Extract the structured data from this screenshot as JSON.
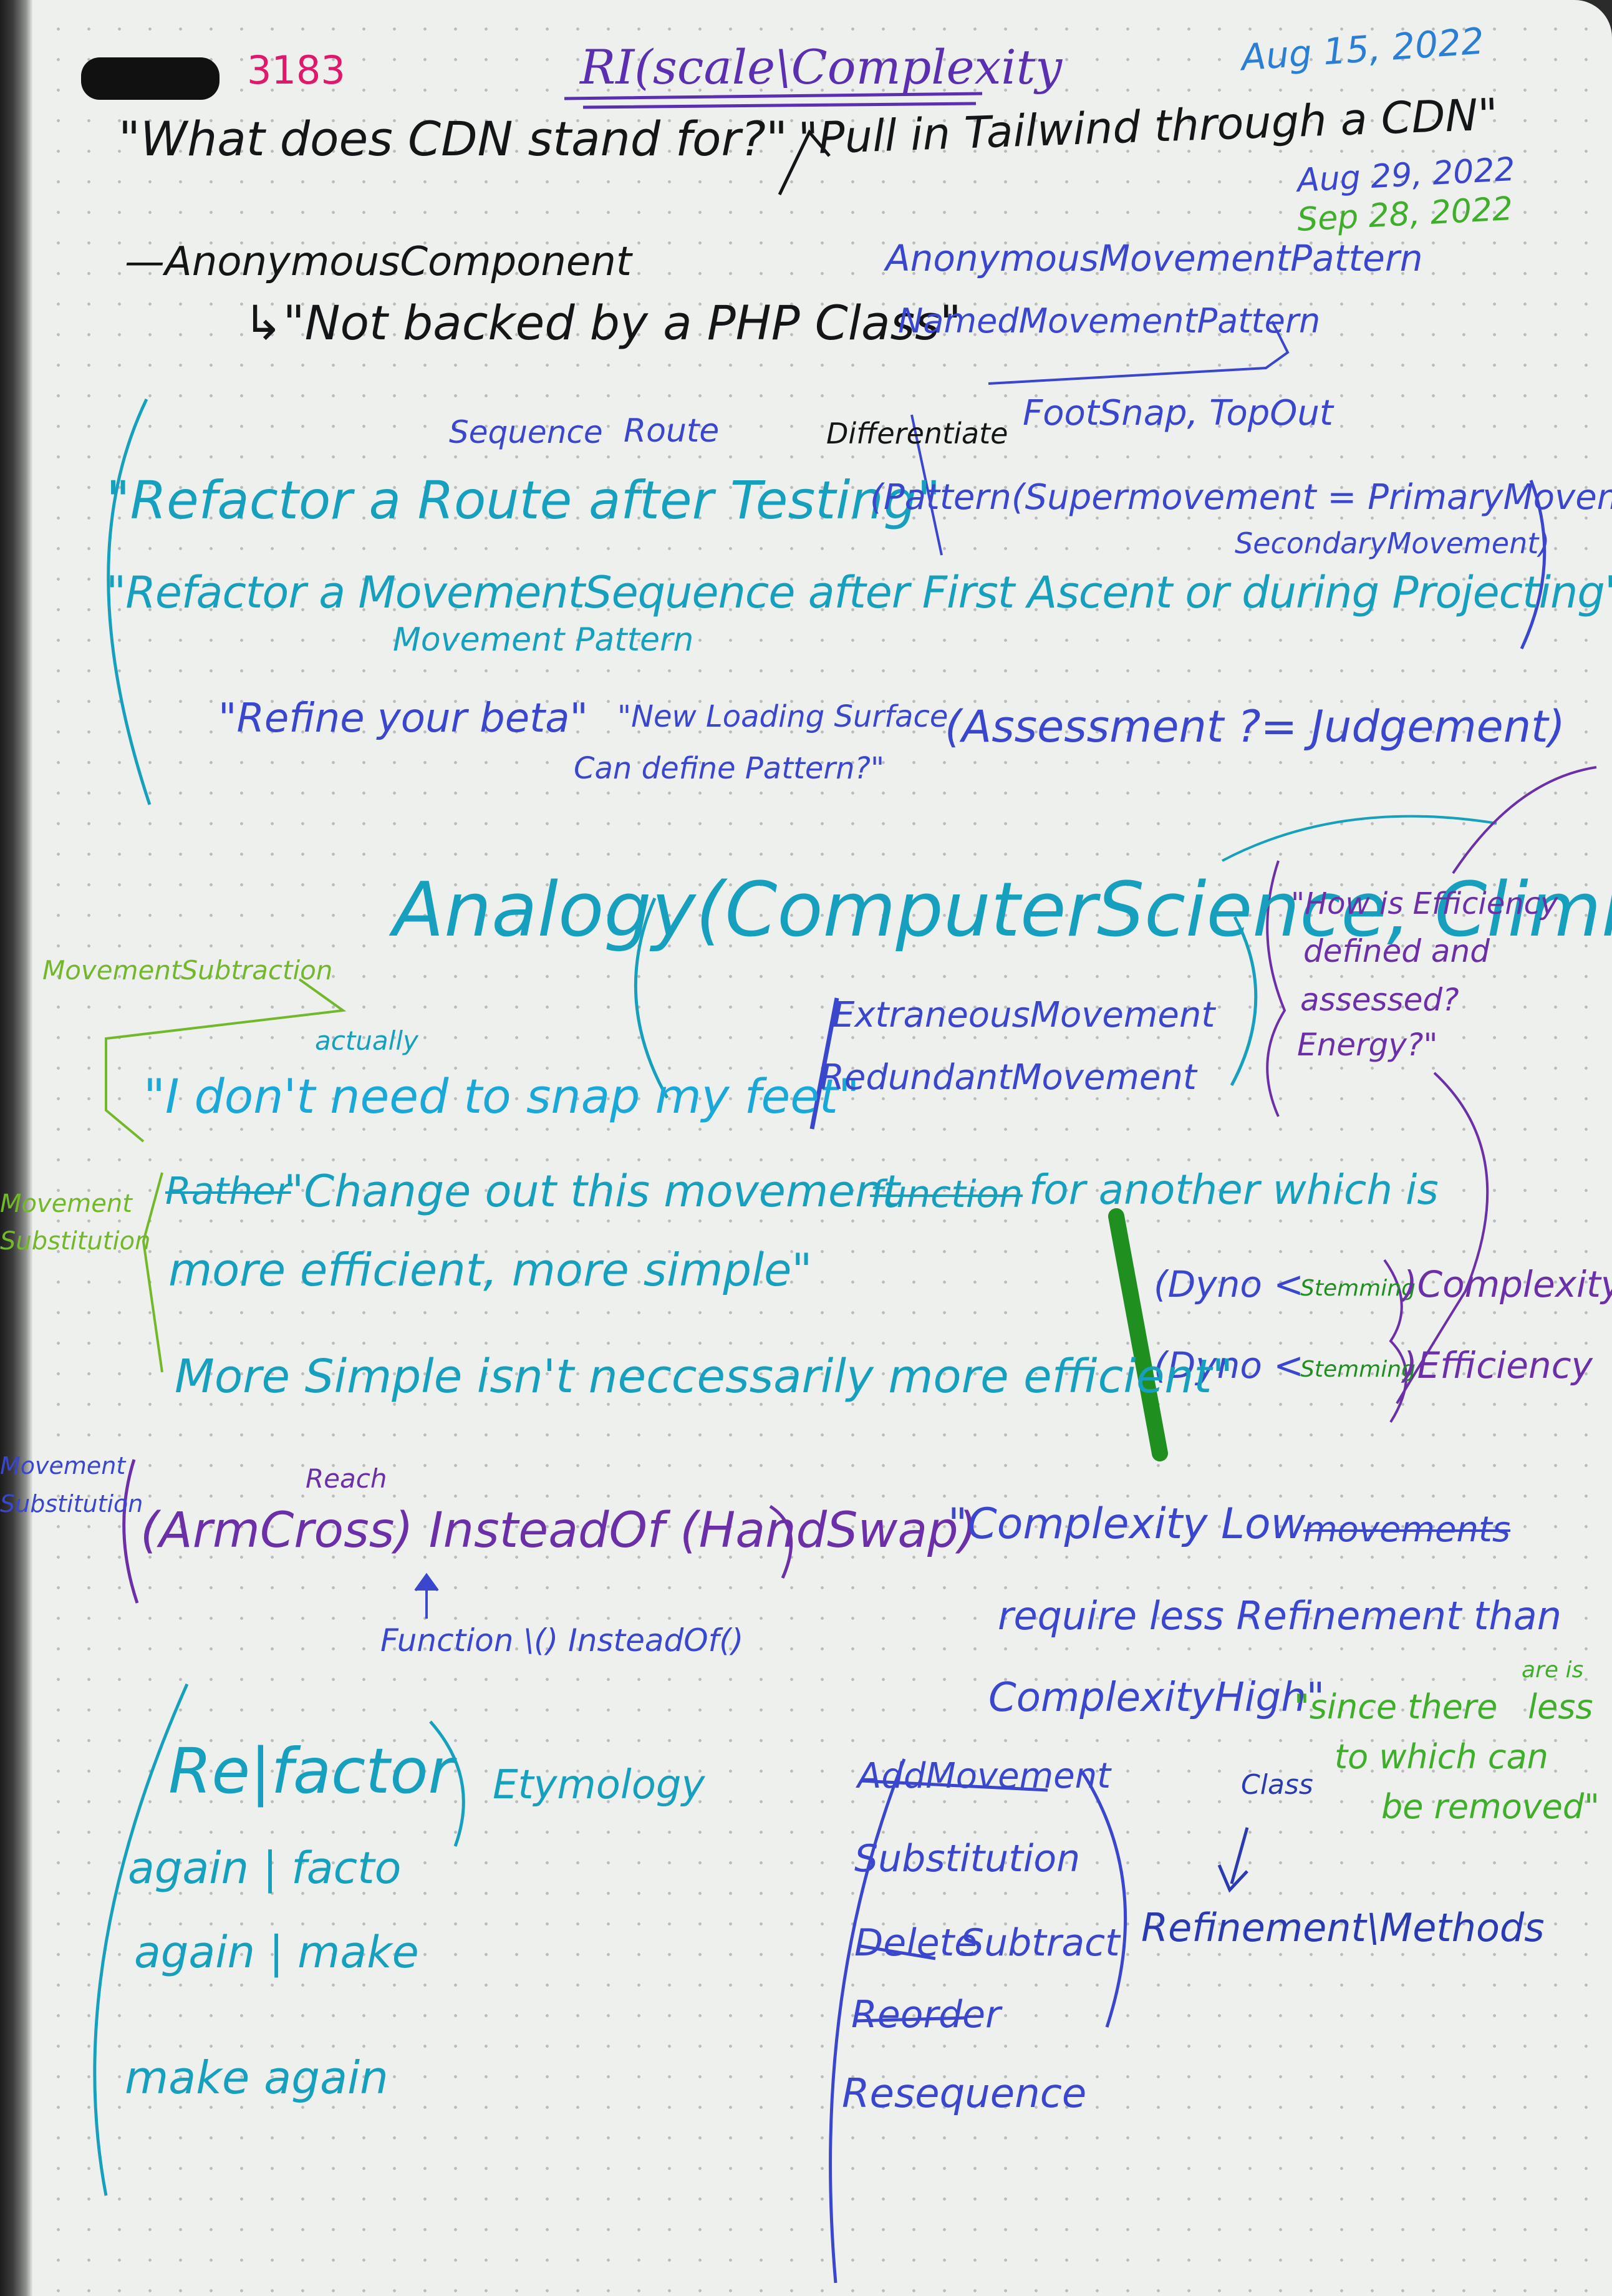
{
  "colors": {
    "black": "#151518",
    "magenta": "#e0186c",
    "blue": "#3a46cc",
    "violet": "#5a2fb0",
    "purple": "#6b2fa8",
    "teal": "#17a0bd",
    "cyan": "#1aa8d8",
    "lightblue": "#2a7fd4",
    "green": "#3fae2a",
    "lime": "#72b82a",
    "darkgreen": "#1f8f1f"
  },
  "header": {
    "redacted_mark": "",
    "note_number": "3183",
    "title": "RI(scale\\Complexity",
    "date_1": "Aug 15, 2022",
    "date_2": "Aug 29, 2022",
    "date_3": "Sep 28, 2022"
  },
  "notes": {
    "cdn_question": "\"What does CDN stand for?\"",
    "cdn_context": "\"Pull in Tailwind through a CDN\"",
    "anon_component": "—AnonymousComponent",
    "anon_component_def": "↳\"Not backed by a PHP Class\"",
    "anon_pattern": "AnonymousMovementPattern",
    "named_pattern": "NamedMovementPattern",
    "named_examples": "FootSnap, TopOut",
    "sequence_label": "Sequence",
    "route_label": "Route",
    "refactor_route": "\"Refactor a Route after Testing\"",
    "differentiate_label": "Differentiate",
    "pattern_formula": "(Pattern(Supermovement = PrimaryMovement)",
    "secondary_movement": "SecondaryMovement)",
    "refactor_sequence": "\"Refactor a MovementSequence after First Ascent or during Projecting\"",
    "movement_pattern_label": "Movement Pattern",
    "refine_beta": "\"Refine your beta\"",
    "new_loading": "\"New Loading Surface",
    "can_define": "Can define Pattern?\"",
    "assessment": "(Assessment ?= Judgement)",
    "analogy": "Analogy(ComputerScience, Climbing)",
    "efficiency_q1": "\"How is Efficiency",
    "efficiency_q2": "defined and",
    "efficiency_q3": "assessed?",
    "efficiency_q4": "Energy?\"",
    "movement_subtraction": "MovementSubtraction",
    "actually": "actually",
    "snap_feet": "\"I don't need to snap my feet\"",
    "extraneous": "ExtraneousMovement",
    "redundant": "RedundantMovement",
    "movement_substitution": "Movement Substitution",
    "change_out_prefix": "Rather",
    "change_out": "\"Change out this movement",
    "change_out_struck": "function",
    "change_out_tail": "for another which is",
    "change_out_2": "more efficient, more simple\"",
    "dyno_complexity_a": "(Dyno <",
    "stemming": "Stemming",
    "complexity": ")Complexity",
    "dyno_efficiency_a": "(Dyno <",
    "efficiency": ")Efficiency",
    "simple_not_efficient": "More Simple isn't neccessarily more efficient\"",
    "movement_substitution_2": "Movement Substitution",
    "reach_label": "Reach",
    "arm_cross": "(ArmCross) InsteadOf (HandSwap)",
    "function_instead": "Function \\() InsteadOf()",
    "complexity_low": "\"Complexity Low",
    "complexity_low_struck": "movements",
    "require_less": "require less Refinement than",
    "complexity_high": "ComplexityHigh\"",
    "since_there": "\"since there",
    "are_is": "are is",
    "less": "less",
    "which_can": "to which can",
    "be_removed": "be removed\"",
    "class_label": "Class",
    "refinement_methods": "Refinement\\Methods",
    "re_factor": "Re|factor",
    "again_facto": "again | facto",
    "again_make": "again | make",
    "make_again": "make again",
    "etymology": "Etymology",
    "method_add": "AddMovement",
    "method_sub": "Substitution",
    "method_delete": "Delete",
    "method_subtract": "Subtract",
    "method_reorder": "Reorder",
    "method_resequence": "Resequence"
  }
}
